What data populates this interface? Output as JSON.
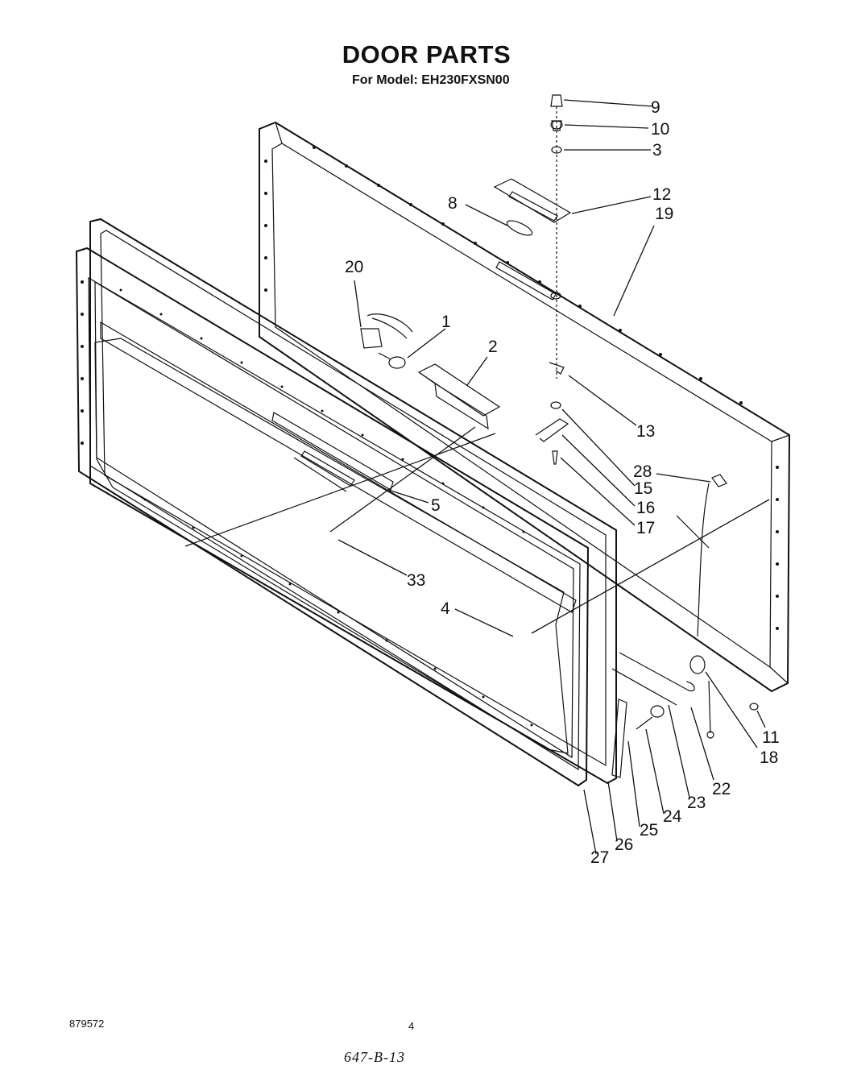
{
  "page": {
    "title": "DOOR PARTS",
    "subtitle": "For Model: EH230FXSN00",
    "document_number": "879572",
    "page_number": "4",
    "handwritten_code": "647-B-13"
  },
  "callouts": [
    "9",
    "10",
    "3",
    "12",
    "19",
    "8",
    "20",
    "1",
    "2",
    "13",
    "15",
    "16",
    "17",
    "28",
    "5",
    "33",
    "4",
    "11",
    "18",
    "22",
    "23",
    "24",
    "25",
    "26",
    "27"
  ]
}
